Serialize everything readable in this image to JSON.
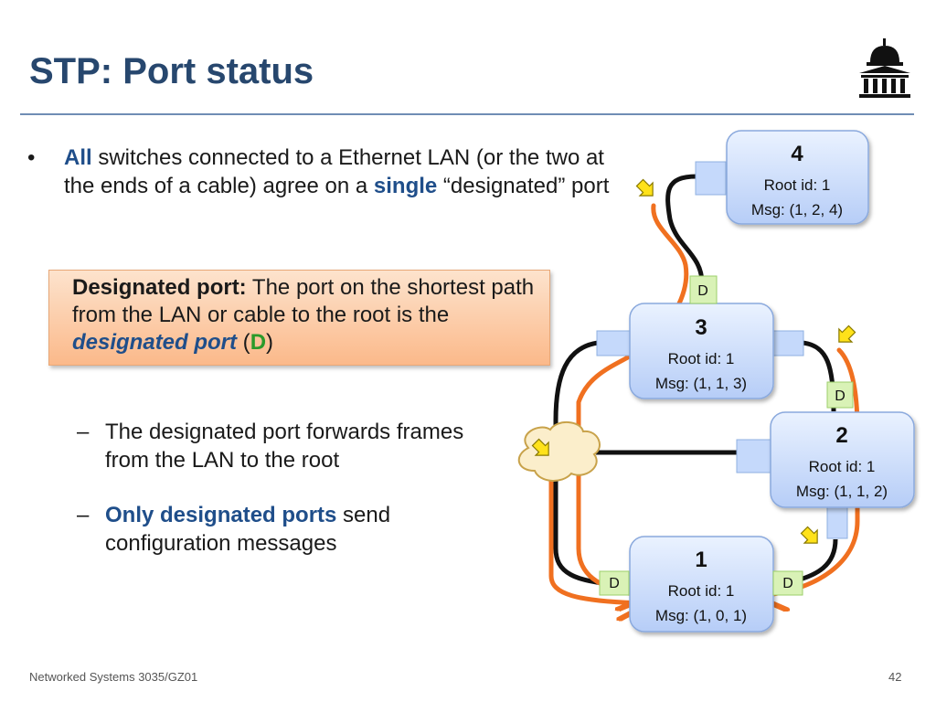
{
  "title": "STP: Port status",
  "bullet": {
    "marker": "•",
    "all": "All",
    "text1": " switches connected to a Ethernet LAN (or the two at the ends of a cable) agree on a ",
    "single": "single",
    "text2": " “designated” port"
  },
  "callout": {
    "term": "Designated port:",
    "text1": " The port on the shortest path from the LAN or cable to the root is the ",
    "emphasis": "designated port",
    "open_paren": " (",
    "d": "D",
    "close_paren": ")"
  },
  "sub1": {
    "dash": "–",
    "text": "The designated port forwards frames from the LAN to the root"
  },
  "sub2": {
    "dash": "–",
    "accent": "Only designated ports",
    "text": " send configuration messages"
  },
  "switches": [
    {
      "id": "4",
      "root_line": "Root id: 1",
      "msg_line": "Msg: (1, 2, 4)"
    },
    {
      "id": "3",
      "root_line": "Root id: 1",
      "msg_line": "Msg: (1, 1, 3)"
    },
    {
      "id": "2",
      "root_line": "Root id: 1",
      "msg_line": "Msg: (1, 1, 2)"
    },
    {
      "id": "1",
      "root_line": "Root id: 1",
      "msg_line": "Msg: (1, 0, 1)"
    }
  ],
  "port_label": "D",
  "footer": "Networked Systems 3035/GZ01",
  "page_number": "42",
  "colors": {
    "title": "#27476e",
    "accent": "#1f4e8a",
    "path": "#f07020",
    "switch_fill": "#c5d9fb",
    "designated": "#2a9a2a"
  },
  "icons": [
    "bullet-icon",
    "university-logo-icon",
    "lan-cloud-icon",
    "arrow-icon"
  ]
}
